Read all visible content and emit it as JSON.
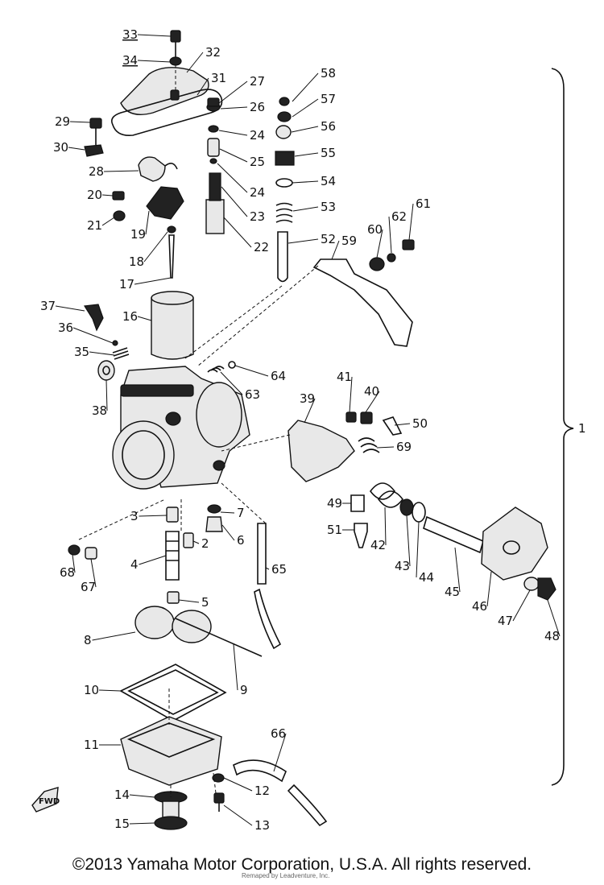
{
  "parts": [
    "1",
    "2",
    "3",
    "4",
    "5",
    "6",
    "7",
    "8",
    "9",
    "10",
    "11",
    "12",
    "13",
    "14",
    "15",
    "16",
    "17",
    "18",
    "19",
    "20",
    "21",
    "22",
    "23",
    "24",
    "25",
    "26",
    "27",
    "28",
    "29",
    "30",
    "31",
    "32",
    "33",
    "34",
    "35",
    "36",
    "37",
    "38",
    "39",
    "40",
    "41",
    "42",
    "43",
    "44",
    "45",
    "46",
    "47",
    "48",
    "49",
    "50",
    "51",
    "52",
    "53",
    "54",
    "55",
    "56",
    "57",
    "58",
    "59",
    "60",
    "61",
    "62",
    "63",
    "64",
    "65",
    "66",
    "67",
    "68",
    "69"
  ],
  "underlined_parts": [
    "33",
    "34"
  ],
  "fwd_label": "FWD",
  "copyright": "©2013 Yamaha Motor Corporation, U.S.A. All rights reserved.",
  "credit": "Remaped by Leadventure, Inc."
}
